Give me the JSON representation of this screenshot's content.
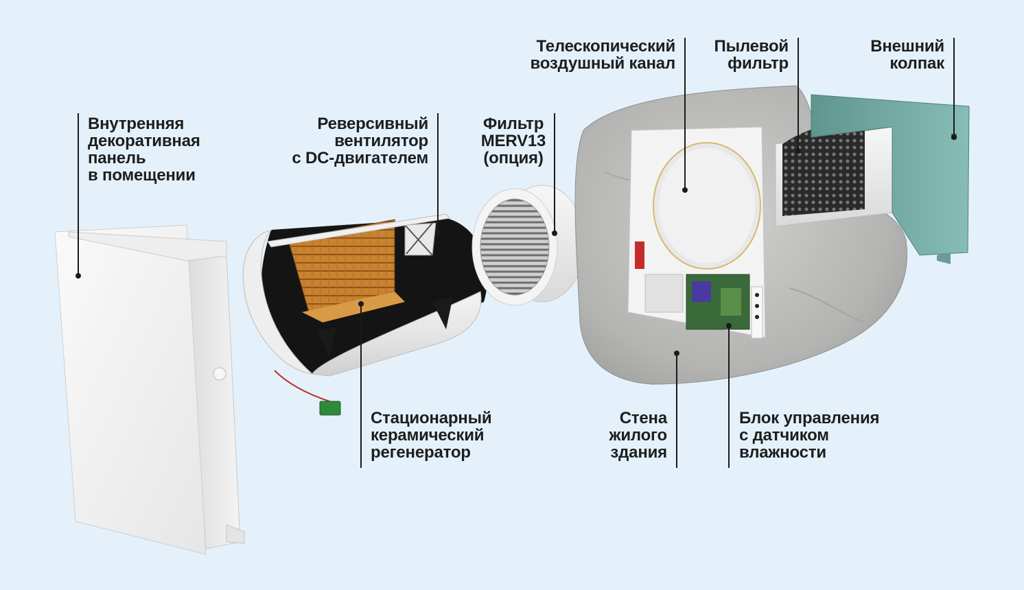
{
  "colors": {
    "background": "#e4f1fb",
    "leader_line": "#1a1a1a",
    "text": "#1e1e1e",
    "ceramic": "#c9822f",
    "concrete": "#b8b8b6",
    "hood": "#6fa7a0"
  },
  "labels": {
    "inner_panel": [
      "Внутренняя",
      "декоративная",
      "панель",
      "в помещении"
    ],
    "reversible_fan": [
      "Реверсивный",
      "вентилятор",
      "с DC-двигателем"
    ],
    "merv_filter": [
      "Фильтр",
      "MERV13",
      "(опция)"
    ],
    "telescopic_duct": [
      "Телескопический",
      "воздушный канал"
    ],
    "dust_filter": [
      "Пылевой",
      "фильтр"
    ],
    "outer_hood": [
      "Внешний",
      "колпак"
    ],
    "ceramic_regenerator": [
      "Стационарный",
      "керамический",
      "регенератор"
    ],
    "wall": [
      "Стена",
      "жилого",
      "здания"
    ],
    "control_unit": [
      "Блок управления",
      "с датчиком",
      "влажности"
    ]
  }
}
